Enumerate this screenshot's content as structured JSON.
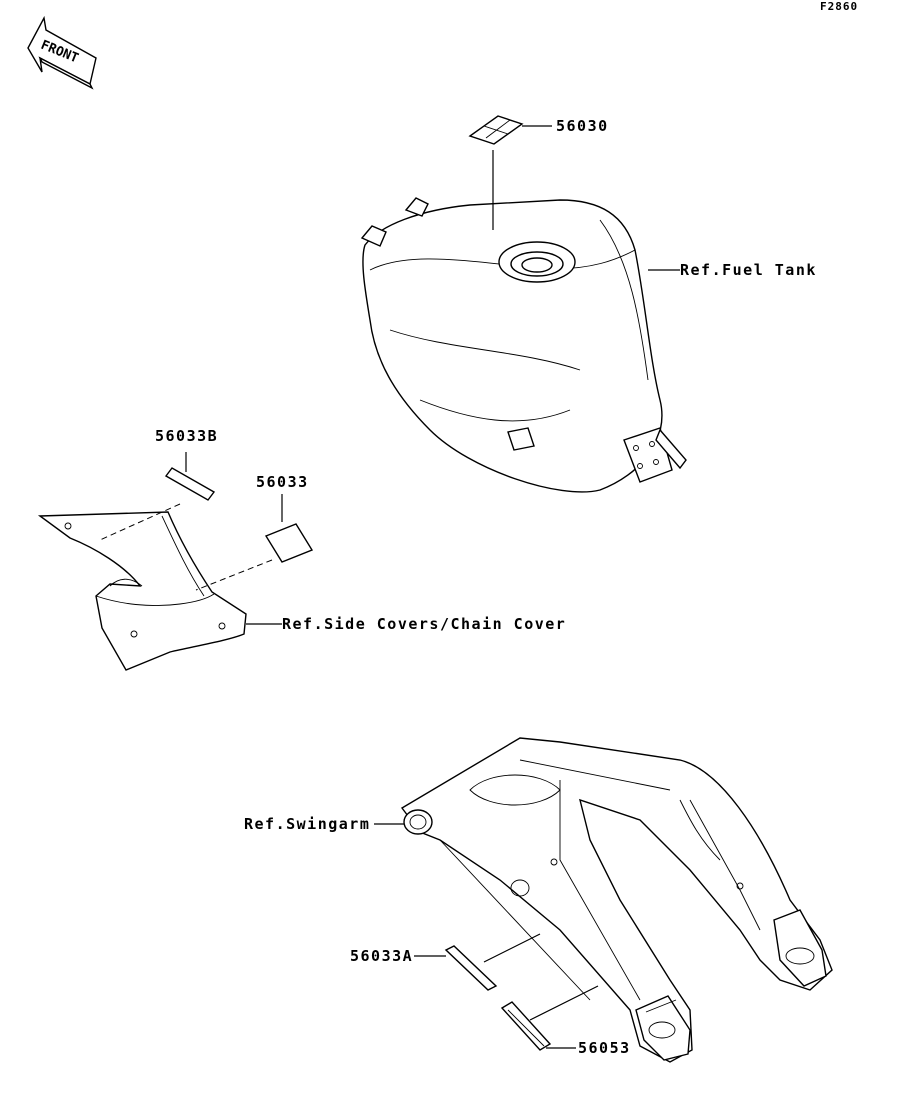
{
  "diagram_code": "F2860",
  "front_label": "FRONT",
  "parts": {
    "tank_label": "56030",
    "side_label_b": "56033B",
    "side_label": "56033",
    "swingarm_label_a": "56033A",
    "swingarm_label": "56053"
  },
  "references": {
    "fuel_tank": "Ref.Fuel Tank",
    "side_covers": "Ref.Side Covers/Chain Cover",
    "swingarm": "Ref.Swingarm"
  }
}
